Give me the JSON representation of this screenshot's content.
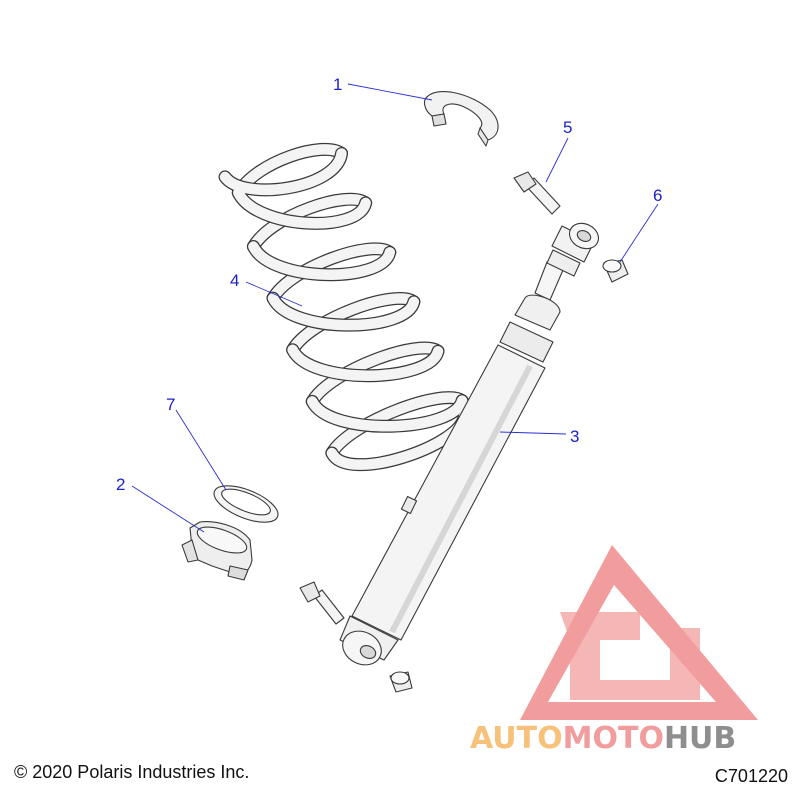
{
  "callouts": [
    "1",
    "2",
    "3",
    "4",
    "5",
    "6",
    "7"
  ],
  "watermark": {
    "part1": "AUTO",
    "part2": "MOTO",
    "part3": "HUB",
    "color1": "#f6c27a",
    "color2": "#f29d9d",
    "color3": "#8e8e8e",
    "logo_color": "#f08c8c"
  },
  "footer": {
    "copyright": "© 2020 Polaris Industries Inc.",
    "figure_id": "C701220"
  },
  "colors": {
    "callout": "#1d22c8",
    "part_fill": "#f4f4f4",
    "part_stroke": "#3a3a3a"
  }
}
